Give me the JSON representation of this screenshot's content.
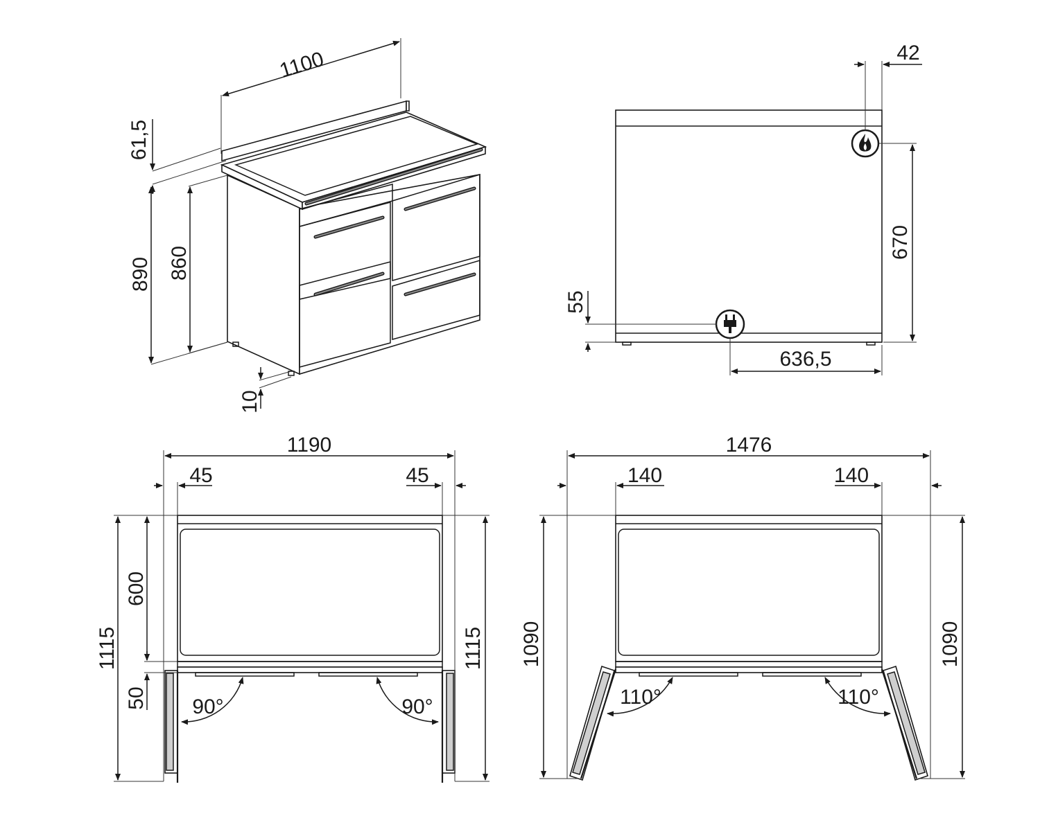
{
  "views": {
    "perspective": {
      "width": "1100",
      "backsplash_height": "61,5",
      "total_height": "890",
      "body_height": "860",
      "foot_height": "10"
    },
    "side": {
      "depth_offset": "42",
      "gas_height": "670",
      "plug_height": "55",
      "plug_offset": "636,5",
      "gas_icon": "flame-icon",
      "plug_icon": "plug-icon"
    },
    "top_doors_90": {
      "overall_width": "1190",
      "left_clearance": "45",
      "right_clearance": "45",
      "cooktop_depth": "600",
      "left_depth": "1115",
      "right_depth": "1115",
      "handle_gap": "50",
      "left_angle": "90°",
      "right_angle": "90°"
    },
    "top_doors_110": {
      "overall_width": "1476",
      "left_clearance": "140",
      "right_clearance": "140",
      "left_depth": "1090",
      "right_depth": "1090",
      "left_angle": "110°",
      "right_angle": "110°"
    }
  }
}
